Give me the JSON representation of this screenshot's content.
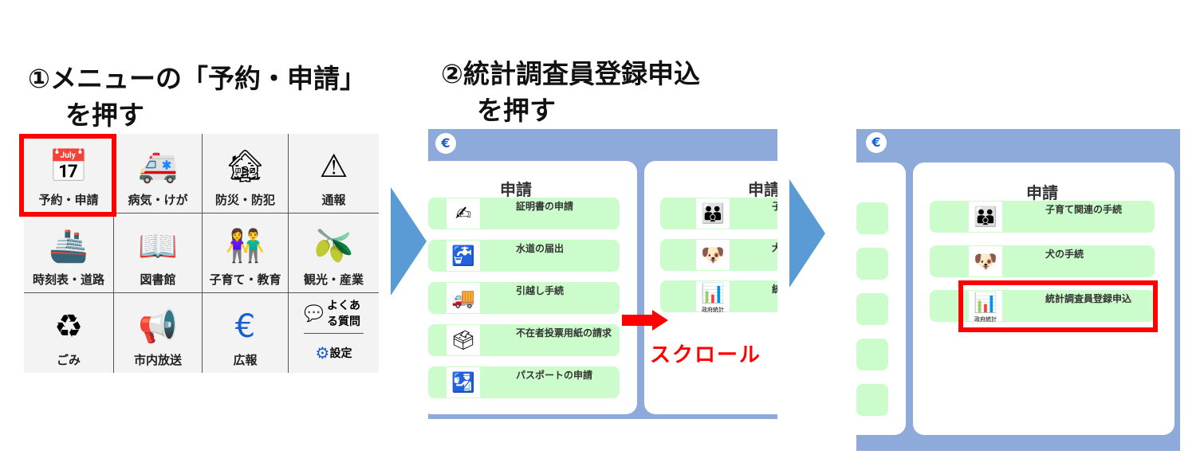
{
  "step1": {
    "line1": "①メニューの「予約・申請」",
    "line2": "を押す"
  },
  "step2": {
    "line1": "②統計調査員登録申込",
    "line2": "を押す"
  },
  "menu": [
    {
      "label": "予約・申請",
      "icon": "calendar-icon"
    },
    {
      "label": "病気・けが",
      "icon": "ambulance-icon"
    },
    {
      "label": "防災・防犯",
      "icon": "disaster-icon"
    },
    {
      "label": "通報",
      "icon": "cone-icon"
    },
    {
      "label": "時刻表・道路",
      "icon": "ship-icon"
    },
    {
      "label": "図書館",
      "icon": "book-icon"
    },
    {
      "label": "子育て・教育",
      "icon": "children-icon"
    },
    {
      "label": "観光・産業",
      "icon": "olive-oil-icon"
    },
    {
      "label": "ごみ",
      "icon": "recycle-bin-icon"
    },
    {
      "label": "市内放送",
      "icon": "megaphone-icon"
    },
    {
      "label": "広報",
      "icon": "city-logo-icon"
    }
  ],
  "faq": "よくある質問",
  "settings": "設定",
  "panel_title": "申請",
  "apply_items": [
    "証明書の申請",
    "水道の届出",
    "引越し手続",
    "不在者投票用紙の請求",
    "パスポートの申請"
  ],
  "apply_items2": [
    "子育て関連の手続",
    "犬の手続",
    "統計調査員登録申込"
  ],
  "partial": [
    "子",
    "犬",
    "統"
  ],
  "stat_caption": "政府統計",
  "scroll_label": "スクロール",
  "colors": {
    "highlight": "#ff0000",
    "header": "#8eaadb",
    "card": "#ccfccc",
    "arrow": "#5b9bd5"
  }
}
